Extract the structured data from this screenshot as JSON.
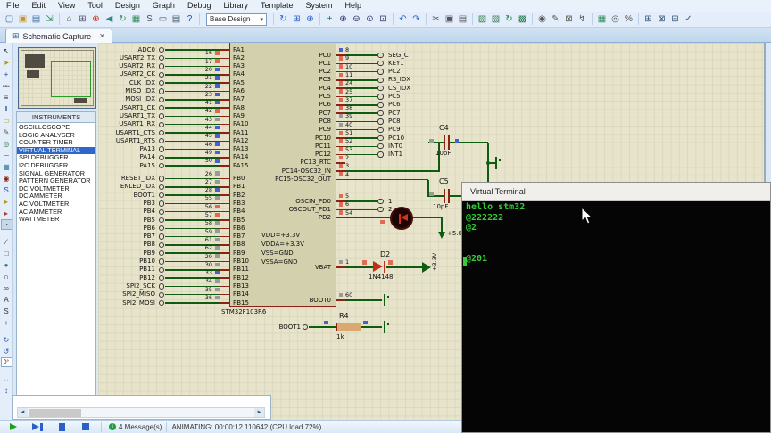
{
  "colors": {
    "wire": "#0f5c10",
    "pin": "#8b2212",
    "state_red": "#e06a55",
    "state_blue": "#4a5fd0",
    "state_grey": "#9a9a9a",
    "canvas_bg": "#e7e4cb",
    "chip_fill": "#d3d0ad",
    "chip_border": "#8b2212",
    "terminal_green": "#35cc35",
    "select_blue": "#2e66c9",
    "led_red": "#d63018"
  },
  "menu": {
    "items": [
      "File",
      "Edit",
      "View",
      "Tool",
      "Design",
      "Graph",
      "Debug",
      "Library",
      "Template",
      "System",
      "Help"
    ]
  },
  "toolbar": {
    "combo_value": "Base Design",
    "combo_arrow": "▾",
    "groups": [
      {
        "type": "icons",
        "items": [
          {
            "name": "new-file",
            "glyph": "▢",
            "color": "#3b6ea5"
          },
          {
            "name": "open-project",
            "glyph": "▣",
            "color": "#c8922a"
          },
          {
            "name": "save-project",
            "glyph": "▤",
            "color": "#3b6ea5"
          },
          {
            "name": "import-project",
            "glyph": "⇲",
            "color": "#2e8b57"
          }
        ]
      },
      {
        "type": "icons",
        "items": [
          {
            "name": "home",
            "glyph": "⌂",
            "color": "#555555"
          },
          {
            "name": "sheet-grid",
            "glyph": "⊞",
            "color": "#555577"
          },
          {
            "name": "false-origin",
            "glyph": "⊕",
            "color": "#b3392a"
          },
          {
            "name": "goto-previous",
            "glyph": "◀",
            "color": "#2a8a8a"
          },
          {
            "name": "redraw-display",
            "glyph": "↻",
            "color": "#2e8b57"
          },
          {
            "name": "display-options",
            "glyph": "▦",
            "color": "#2e8b57"
          },
          {
            "name": "design-sheet",
            "glyph": "S",
            "color": "#445566"
          },
          {
            "name": "ruler",
            "glyph": "▭",
            "color": "#445566"
          },
          {
            "name": "design-notes",
            "glyph": "▤",
            "color": "#445566"
          },
          {
            "name": "help",
            "glyph": "?",
            "color": "#1a4dbb"
          }
        ]
      },
      {
        "type": "combo"
      },
      {
        "type": "icons",
        "items": [
          {
            "name": "refresh-view",
            "glyph": "↻",
            "color": "#2b5fc7"
          },
          {
            "name": "toggle-grid",
            "glyph": "⊞",
            "color": "#2b5fc7"
          },
          {
            "name": "origin-marker",
            "glyph": "⊕",
            "color": "#2b5fc7"
          }
        ]
      },
      {
        "type": "icons",
        "items": [
          {
            "name": "pan-view",
            "glyph": "+",
            "color": "#116688"
          },
          {
            "name": "zoom-in",
            "glyph": "⊕",
            "color": "#333366"
          },
          {
            "name": "zoom-out",
            "glyph": "⊖",
            "color": "#333366"
          },
          {
            "name": "zoom-all",
            "glyph": "⊙",
            "color": "#333366"
          },
          {
            "name": "zoom-area",
            "glyph": "⊡",
            "color": "#333366"
          }
        ]
      },
      {
        "type": "icons",
        "items": [
          {
            "name": "undo",
            "glyph": "↶",
            "color": "#2b5fc7"
          },
          {
            "name": "redo",
            "glyph": "↷",
            "color": "#2b5fc7"
          }
        ]
      },
      {
        "type": "icons",
        "items": [
          {
            "name": "cut",
            "glyph": "✂",
            "color": "#555566"
          },
          {
            "name": "copy",
            "glyph": "▣",
            "color": "#555566"
          },
          {
            "name": "paste",
            "glyph": "▤",
            "color": "#555566"
          }
        ]
      },
      {
        "type": "icons",
        "items": [
          {
            "name": "block-copy",
            "glyph": "▨",
            "color": "#2e7d52"
          },
          {
            "name": "block-move",
            "glyph": "▧",
            "color": "#2e7d52"
          },
          {
            "name": "block-rotate",
            "glyph": "↻",
            "color": "#2e7d52"
          },
          {
            "name": "block-delete",
            "glyph": "▩",
            "color": "#2e7d52"
          }
        ]
      },
      {
        "type": "icons",
        "items": [
          {
            "name": "pick-parts",
            "glyph": "◉",
            "color": "#555555"
          },
          {
            "name": "make-device",
            "glyph": "✎",
            "color": "#555555"
          },
          {
            "name": "packaging-tool",
            "glyph": "⊠",
            "color": "#555555"
          },
          {
            "name": "decompose-tool",
            "glyph": "↯",
            "color": "#555555"
          }
        ]
      },
      {
        "type": "icons",
        "items": [
          {
            "name": "design-explorer",
            "glyph": "▦",
            "color": "#2e8b57"
          },
          {
            "name": "search-and-tag",
            "glyph": "◎",
            "color": "#555555"
          },
          {
            "name": "property-assignment",
            "glyph": "%",
            "color": "#555555"
          }
        ]
      },
      {
        "type": "icons",
        "items": [
          {
            "name": "new-root-sheet",
            "glyph": "⊞",
            "color": "#335577"
          },
          {
            "name": "remove-sheet",
            "glyph": "⊠",
            "color": "#335577"
          },
          {
            "name": "goto-sheet",
            "glyph": "⊟",
            "color": "#335577"
          },
          {
            "name": "electrical-rule-check",
            "glyph": "✓",
            "color": "#335577"
          }
        ]
      }
    ]
  },
  "tab": {
    "icon_glyph": "⊞",
    "label": "Schematic Capture",
    "close_glyph": "✕"
  },
  "sidebar": {
    "instruments_header": "INSTRUMENTS",
    "tools": [
      {
        "name": "selection-mode",
        "glyph": "↖",
        "color": "#111111"
      },
      {
        "name": "component-mode",
        "glyph": "➤",
        "color": "#b8960a"
      },
      {
        "name": "junction-dot-mode",
        "glyph": "+",
        "color": "#1a4d9e"
      },
      {
        "name": "wire-label-mode",
        "glyph": "LBL",
        "color": "#333333",
        "tiny": true
      },
      {
        "name": "text-script-mode",
        "glyph": "≡",
        "color": "#333333"
      },
      {
        "name": "buses-mode",
        "glyph": "‖",
        "color": "#1a4d9e"
      },
      {
        "name": "subcircuit-mode",
        "glyph": "▭",
        "color": "#b8960a"
      },
      {
        "name": "instant-edit-mode",
        "glyph": "✎",
        "color": "#555555"
      },
      {
        "name": "terminals-mode",
        "glyph": "◎",
        "color": "#2e7d52"
      },
      {
        "name": "device-pins-mode",
        "glyph": "⊢",
        "color": "#8b2212"
      },
      {
        "name": "graph-mode",
        "glyph": "▦",
        "color": "#2a7a9e"
      },
      {
        "name": "tape-recorder-mode",
        "glyph": "◉",
        "color": "#8b2212"
      },
      {
        "name": "generator-mode",
        "glyph": "S",
        "color": "#1a4d9e"
      },
      {
        "name": "voltage-probe-mode",
        "glyph": "▸",
        "color": "#b8960a"
      },
      {
        "name": "current-probe-mode",
        "glyph": "▸",
        "color": "#b3392a"
      },
      {
        "name": "virtual-instruments-mode",
        "glyph": "◔",
        "color": "#333333",
        "active": true
      },
      {
        "name": "line-2d-mode",
        "glyph": "∕",
        "color": "#333333",
        "gap": true
      },
      {
        "name": "box-2d-mode",
        "glyph": "□",
        "color": "#333333"
      },
      {
        "name": "circle-2d-mode",
        "glyph": "●",
        "color": "#2e7d7d"
      },
      {
        "name": "arc-2d-mode",
        "glyph": "∩",
        "color": "#333333"
      },
      {
        "name": "path-2d-mode",
        "glyph": "∞",
        "color": "#333333"
      },
      {
        "name": "text-2d-mode",
        "glyph": "A",
        "color": "#333333"
      },
      {
        "name": "symbol-2d-mode",
        "glyph": "S",
        "color": "#333333"
      },
      {
        "name": "marker-2d-mode",
        "glyph": "+",
        "color": "#333333"
      },
      {
        "name": "rotate-clockwise",
        "glyph": "↻",
        "color": "#1a4d9e",
        "gap": true
      },
      {
        "name": "rotate-anticlockwise",
        "glyph": "↺",
        "color": "#1a4d9e"
      },
      {
        "name": "rotation-angle",
        "type": "angle",
        "label": "0°"
      },
      {
        "name": "mirror-horizontal",
        "glyph": "↔",
        "color": "#1a4d9e",
        "gap": true
      },
      {
        "name": "mirror-vertical",
        "glyph": "↕",
        "color": "#1a4d9e"
      }
    ],
    "instruments": [
      {
        "label": "OSCILLOSCOPE"
      },
      {
        "label": "LOGIC ANALYSER"
      },
      {
        "label": "COUNTER TIMER"
      },
      {
        "label": "VIRTUAL TERMINAL",
        "selected": true
      },
      {
        "label": "SPI DEBUGGER"
      },
      {
        "label": "I2C DEBUGGER"
      },
      {
        "label": "SIGNAL GENERATOR"
      },
      {
        "label": "PATTERN GENERATOR"
      },
      {
        "label": "DC VOLTMETER"
      },
      {
        "label": "DC AMMETER"
      },
      {
        "label": "AC VOLTMETER"
      },
      {
        "label": "AC AMMETER"
      },
      {
        "label": "WATTMETER"
      }
    ]
  },
  "scrollbar": {
    "left_glyph": "◄",
    "right_glyph": "►"
  },
  "schematic": {
    "chip_ref": "STM32F103R6",
    "pa_pins": [
      {
        "label": "ADC0",
        "num": "",
        "pin": "PA1",
        "state": ""
      },
      {
        "label": "USART2_TX",
        "num": "16",
        "pin": "PA2",
        "state": "red"
      },
      {
        "label": "USART2_RX",
        "num": "17",
        "pin": "PA3",
        "state": "red"
      },
      {
        "label": "USART2_CK",
        "num": "20",
        "pin": "PA4",
        "state": "blue"
      },
      {
        "label": "CLK_IDX",
        "num": "21",
        "pin": "PA5",
        "state": "blue"
      },
      {
        "label": "MISO_IDX",
        "num": "22",
        "pin": "PA6",
        "state": "blue"
      },
      {
        "label": "MOSI_IDX",
        "num": "23",
        "pin": "PA7",
        "state": "blue"
      },
      {
        "label": "USART1_CK",
        "num": "41",
        "pin": "PA8",
        "state": "blue"
      },
      {
        "label": "USART1_TX",
        "num": "42",
        "pin": "PA9",
        "state": "red"
      },
      {
        "label": "USART1_RX",
        "num": "43",
        "pin": "PA10",
        "state": "grey"
      },
      {
        "label": "USART1_CTS",
        "num": "44",
        "pin": "PA11",
        "state": "blue"
      },
      {
        "label": "USART1_RTS",
        "num": "45",
        "pin": "PA12",
        "state": "blue"
      },
      {
        "label": "PA13",
        "num": "46",
        "pin": "PA13",
        "state": "blue"
      },
      {
        "label": "PA14",
        "num": "49",
        "pin": "PA14",
        "state": "blue"
      },
      {
        "label": "PA15",
        "num": "50",
        "pin": "PA15",
        "state": "blue"
      }
    ],
    "pb_pins": [
      {
        "label": "RESET_IDX",
        "num": "26",
        "pin": "PB0",
        "state": "grey"
      },
      {
        "label": "ENLED_IDX",
        "num": "27",
        "pin": "PB1",
        "state": "grey"
      },
      {
        "label": "BOOT1",
        "num": "28",
        "pin": "PB2",
        "state": "blue"
      },
      {
        "label": "PB3",
        "num": "55",
        "pin": "PB3",
        "state": "grey"
      },
      {
        "label": "PB4",
        "num": "56",
        "pin": "PB4",
        "state": "red"
      },
      {
        "label": "PB5",
        "num": "57",
        "pin": "PB5",
        "state": "red"
      },
      {
        "label": "PB6",
        "num": "58",
        "pin": "PB6",
        "state": "grey"
      },
      {
        "label": "PB7",
        "num": "59",
        "pin": "PB7",
        "state": "grey"
      },
      {
        "label": "PB8",
        "num": "61",
        "pin": "PB8",
        "state": "grey"
      },
      {
        "label": "PB9",
        "num": "62",
        "pin": "PB9",
        "state": "grey"
      },
      {
        "label": "PB10",
        "num": "29",
        "pin": "PB10",
        "state": "grey"
      },
      {
        "label": "PB11",
        "num": "30",
        "pin": "PB11",
        "state": "grey"
      },
      {
        "label": "PB12",
        "num": "33",
        "pin": "PB12",
        "state": "blue"
      },
      {
        "label": "SPI2_SCK",
        "num": "34",
        "pin": "PB13",
        "state": "grey"
      },
      {
        "label": "SPI2_MISO",
        "num": "35",
        "pin": "PB14",
        "state": "grey"
      },
      {
        "label": "SPI2_MOSI",
        "num": "36",
        "pin": "PB15",
        "state": "grey"
      }
    ],
    "pc_pins": [
      {
        "pin": "PC0",
        "num": "8",
        "state": "blue",
        "term": "SEG_C"
      },
      {
        "pin": "PC1",
        "num": "9",
        "state": "red",
        "term": "KEY1"
      },
      {
        "pin": "PC2",
        "num": "10",
        "state": "red",
        "term": "PC2"
      },
      {
        "pin": "PC3",
        "num": "11",
        "state": "red",
        "term": "RS_IDX"
      },
      {
        "pin": "PC4",
        "num": "24",
        "state": "red",
        "term": "CS_IDX"
      },
      {
        "pin": "PC5",
        "num": "25",
        "state": "red",
        "term": "PC5"
      },
      {
        "pin": "PC6",
        "num": "37",
        "state": "red",
        "term": "PC6"
      },
      {
        "pin": "PC7",
        "num": "38",
        "state": "red",
        "term": "PC7"
      },
      {
        "pin": "PC8",
        "num": "39",
        "state": "grey",
        "term": "PC8"
      },
      {
        "pin": "PC9",
        "num": "40",
        "state": "grey",
        "term": "PC9"
      },
      {
        "pin": "PC10",
        "num": "51",
        "state": "red",
        "term": "PC10"
      },
      {
        "pin": "PC11",
        "num": "52",
        "state": "red",
        "term": "INT0"
      },
      {
        "pin": "PC12",
        "num": "53",
        "state": "red",
        "term": "INT1"
      }
    ],
    "osc_pins": [
      {
        "label": "PC13_RTC",
        "num": "2",
        "state": "red"
      },
      {
        "label": "PC14-OSC32_IN",
        "num": "3",
        "state": "red"
      },
      {
        "label": "PC15-OSC32_OUT",
        "num": "4",
        "state": "red"
      }
    ],
    "pd_pins": [
      {
        "label": "OSCIN_PD0",
        "num": "5",
        "state": "red",
        "term": "1"
      },
      {
        "label": "OSCOUT_PD1",
        "num": "6",
        "state": "red",
        "term": "2"
      }
    ],
    "pd2": {
      "label": "PD2",
      "num": "54",
      "state": "red"
    },
    "vdd_notes": [
      "VDD=+3.3V",
      "VDDA=+3.3V",
      "VSS=GND",
      "VSSA=GND"
    ],
    "vbat": {
      "label": "VBAT",
      "num": "1",
      "state": "grey"
    },
    "boot0": {
      "label": "BOOT0",
      "num": "60",
      "state": "grey"
    },
    "caps": [
      {
        "ref": "C4",
        "value": "10pF"
      },
      {
        "ref": "C5",
        "value": "10pF"
      }
    ],
    "diode": {
      "ref": "D2",
      "value": "1N4148",
      "rail": "+3.3V"
    },
    "led_rail": "+5.0V",
    "resistor": {
      "ref": "R4",
      "value": "1k",
      "net_label": "BOOT1"
    }
  },
  "terminal": {
    "title": "Virtual Terminal",
    "lines": [
      "hello stm32",
      "@222222",
      "@2",
      "",
      "",
      "@201"
    ]
  },
  "statusbar": {
    "msg_icon": "i",
    "messages": "4 Message(s)",
    "status": "ANIMATING: 00:00:12.110642 (CPU load 72%)"
  }
}
